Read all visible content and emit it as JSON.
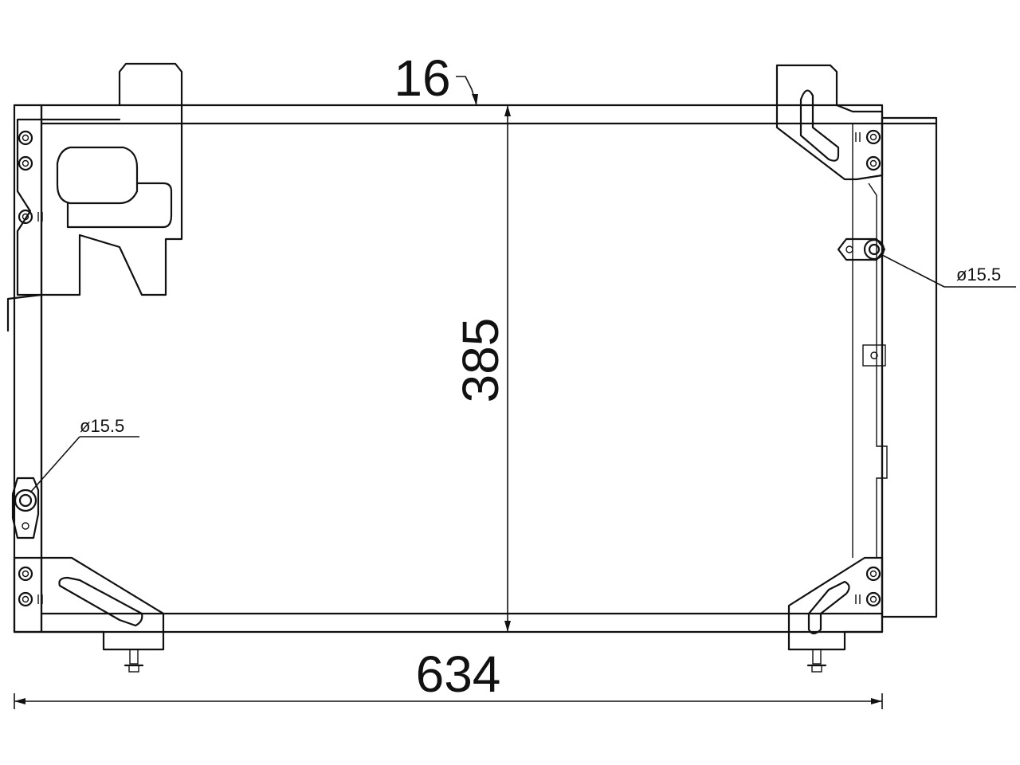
{
  "dimensions": {
    "top_label": "16",
    "height_label": "385",
    "width_label": "634",
    "port_left_label": "ø15.5",
    "port_right_label": "ø15.5"
  }
}
